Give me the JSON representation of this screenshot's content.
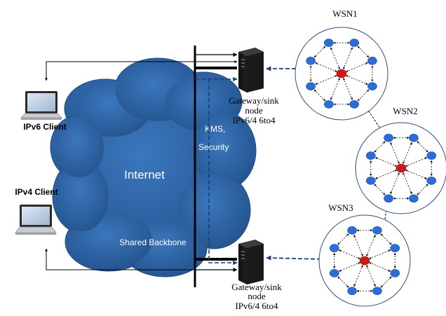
{
  "cloud": {
    "title": "Internet",
    "subtitle": "Shared Backbone",
    "overlay_line1": "KMS,",
    "overlay_line2": "Security",
    "color": "#2f64a6"
  },
  "clients": {
    "ipv6": "IPv6 Client",
    "ipv4": "IPv4 Client"
  },
  "gateways": {
    "top": {
      "line1": "Gateway/sink",
      "line2": "node",
      "line3": "IPv6/4 6to4"
    },
    "bottom": {
      "line1": "Gateway/sink",
      "line2": "node",
      "line3": "IPv6/4 6to4"
    }
  },
  "wsn": {
    "wsn1": "WSN1",
    "wsn2": "WSN2",
    "wsn3": "WSN3"
  },
  "colors": {
    "sensor_node": "#2c6ed5",
    "sink_node": "#d01818",
    "link_arrow": "#1f3f73",
    "backbone": "#000000"
  }
}
